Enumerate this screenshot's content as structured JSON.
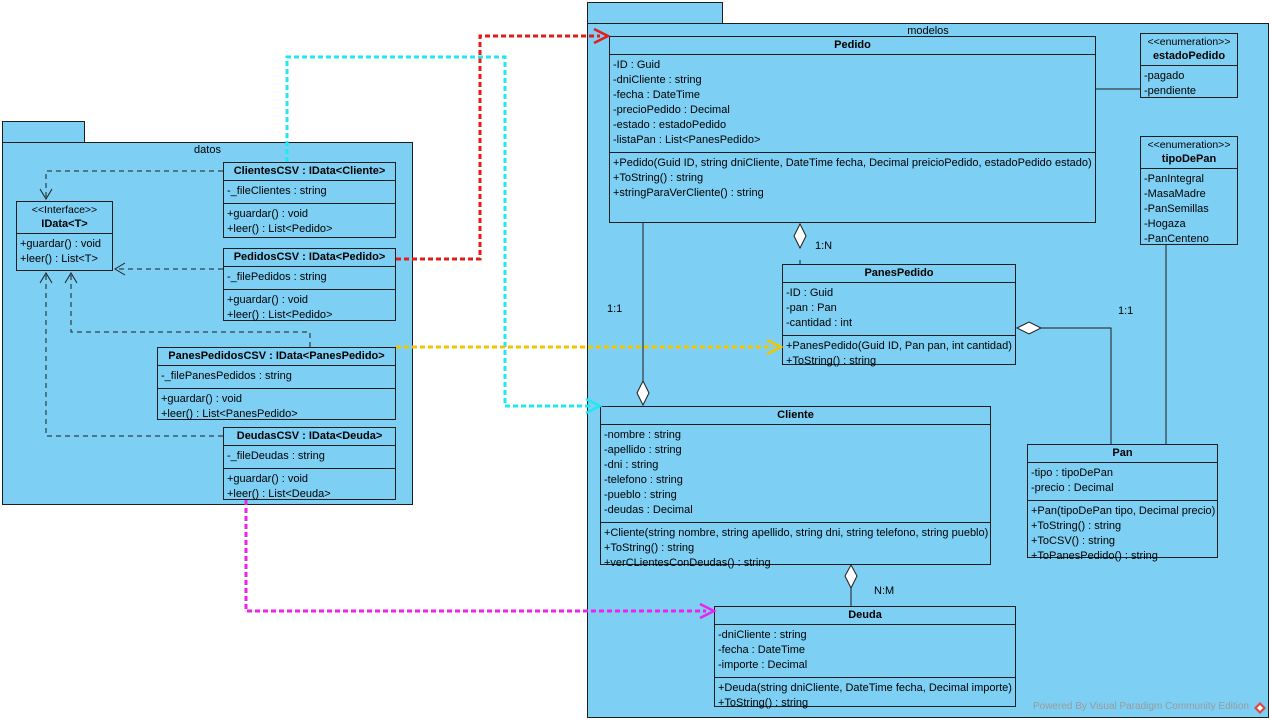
{
  "packages": {
    "modelos": "modelos",
    "datos": "datos"
  },
  "classes": {
    "pedido": {
      "name": "Pedido",
      "attrs": [
        "-ID : Guid",
        "-dniCliente : string",
        "-fecha : DateTime",
        "-precioPedido : Decimal",
        "-estado : estadoPedido",
        "-listaPan : List<PanesPedido>"
      ],
      "ops": [
        "+Pedido(Guid ID, string dniCliente, DateTime fecha, Decimal preicioPedido, estadoPedido estado)",
        "+ToString() : string",
        "+stringParaVerCliente() : string"
      ]
    },
    "estadoPedido": {
      "stereotype": "<<enumeration>>",
      "name": "estadoPedido",
      "values": [
        "-pagado",
        "-pendiente"
      ]
    },
    "tipoDePan": {
      "stereotype": "<<enumeration>>",
      "name": "tipoDePan",
      "values": [
        "-PanIntegral",
        "-MasaMadre",
        "-PanSemillas",
        "-Hogaza",
        "-PanCenteno"
      ]
    },
    "panesPedido": {
      "name": "PanesPedido",
      "attrs": [
        "-ID : Guid",
        "-pan : Pan",
        "-cantidad : int"
      ],
      "ops": [
        "+PanesPedido(Guid ID, Pan pan, int cantidad)",
        "+ToString() : string"
      ]
    },
    "cliente": {
      "name": "Cliente",
      "attrs": [
        "-nombre : string",
        "-apellido : string",
        "-dni : string",
        "-telefono : string",
        "-pueblo : string",
        "-deudas : Decimal"
      ],
      "ops": [
        "+Cliente(string nombre, string apellido, string dni, string telefono, string pueblo)",
        "+ToString() : string",
        "+verCLientesConDeudas() : string"
      ]
    },
    "pan": {
      "name": "Pan",
      "attrs": [
        "-tipo : tipoDePan",
        "-precio : Decimal"
      ],
      "ops": [
        "+Pan(tipoDePan tipo, Decimal precio)",
        "+ToString() : string",
        "+ToCSV() : string",
        "+ToPanesPedido() : string"
      ]
    },
    "deuda": {
      "name": "Deuda",
      "attrs": [
        "-dniCliente : string",
        "-fecha : DateTime",
        "-importe : Decimal"
      ],
      "ops": [
        "+Deuda(string dniCliente, DateTime fecha, Decimal importe)",
        "+ToString() : string"
      ]
    },
    "idata": {
      "stereotype": "<<Interface>>",
      "name": "IData<T>",
      "ops": [
        "+guardar() : void",
        "+leer() : List<T>"
      ]
    },
    "clientesCSV": {
      "name": "ClientesCSV : IData<Cliente>",
      "attrs": [
        "-_fileClientes : string"
      ],
      "ops": [
        "+guardar() : void",
        "+leer() : List<Pedido>"
      ]
    },
    "pedidosCSV": {
      "name": "PedidosCSV : IData<Pedido>",
      "attrs": [
        "-_filePedidos : string"
      ],
      "ops": [
        "+guardar() : void",
        "+leer() : List<Pedido>"
      ]
    },
    "panesPedidosCSV": {
      "name": "PanesPedidosCSV : IData<PanesPedido>",
      "attrs": [
        "-_filePanesPedidos : string"
      ],
      "ops": [
        "+guardar() : void",
        "+leer() : List<PanesPedido>"
      ]
    },
    "deudasCSV": {
      "name": "DeudasCSV : IData<Deuda>",
      "attrs": [
        "-_fileDeudas : string"
      ],
      "ops": [
        "+guardar() : void",
        "+leer() : List<Deuda>"
      ]
    }
  },
  "multiplicities": {
    "pedido_panesPedido": "1:N",
    "pedido_cliente": "1:1",
    "panesPedido_pan": "1:1",
    "cliente_deuda": "N:M"
  },
  "connector_colors": {
    "pedidos": "#e41b1b",
    "clientes": "#1ee8f0",
    "panesPedidos": "#f5c400",
    "deudas": "#ee22ee"
  },
  "footer": "Powered By  Visual Paradigm Community Edition"
}
